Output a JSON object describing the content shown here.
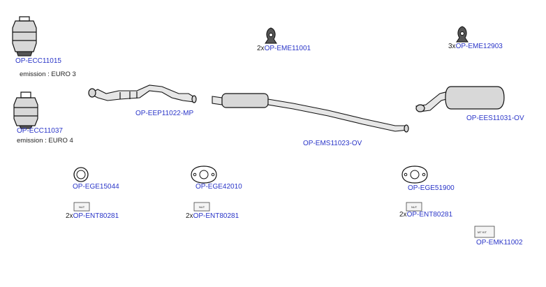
{
  "parts": [
    {
      "id": "ecc1",
      "code": "OP-ECC11015",
      "qty": ""
    },
    {
      "id": "ecc2",
      "code": "OP-ECC11037",
      "qty": ""
    },
    {
      "id": "eme1",
      "code": "OP-EME11001",
      "qty": "2x"
    },
    {
      "id": "eme2",
      "code": "OP-EME12903",
      "qty": "3x"
    },
    {
      "id": "eep",
      "code": "OP-EEP11022-MP",
      "qty": ""
    },
    {
      "id": "ems",
      "code": "OP-EMS11023-OV",
      "qty": ""
    },
    {
      "id": "ees",
      "code": "OP-EES11031-OV",
      "qty": ""
    },
    {
      "id": "ege1",
      "code": "OP-EGE15044",
      "qty": ""
    },
    {
      "id": "ege2",
      "code": "OP-EGE42010",
      "qty": ""
    },
    {
      "id": "ege3",
      "code": "OP-EGE51900",
      "qty": ""
    },
    {
      "id": "ent1",
      "code": "OP-ENT80281",
      "qty": "2x"
    },
    {
      "id": "ent2",
      "code": "OP-ENT80281",
      "qty": "2x"
    },
    {
      "id": "ent3",
      "code": "OP-ENT80281",
      "qty": "2x"
    },
    {
      "id": "emk",
      "code": "OP-EMK11002",
      "qty": ""
    }
  ],
  "notes": {
    "euro3": "emission : EURO 3",
    "euro4": "emission : EURO 4"
  },
  "kit_labels": {
    "nut": "NUT",
    "mtkit": "MT KIT"
  }
}
